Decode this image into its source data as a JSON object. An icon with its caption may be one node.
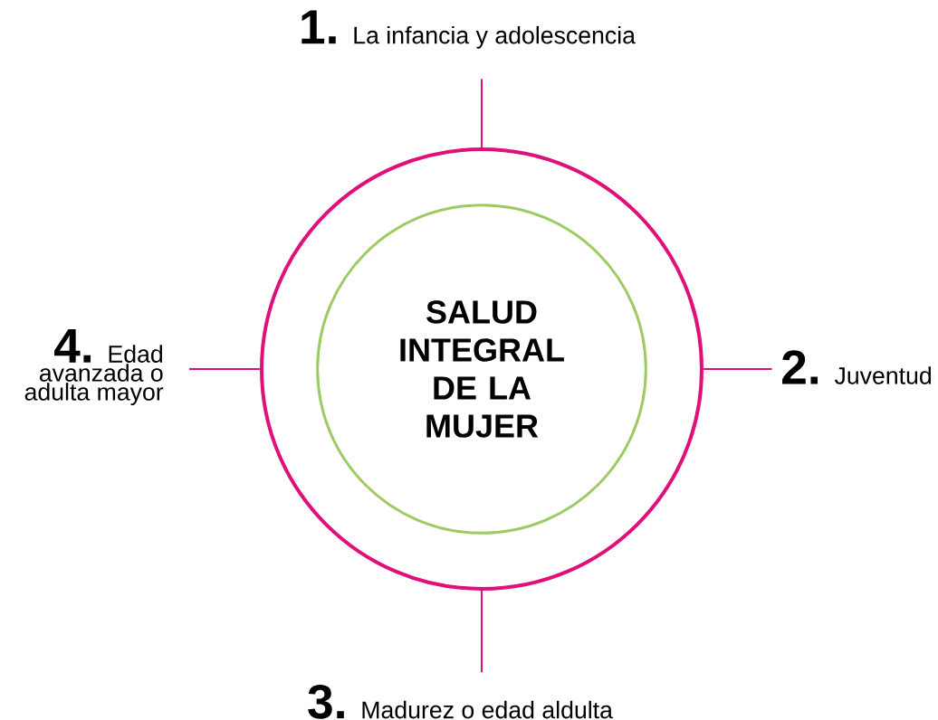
{
  "diagram": {
    "nodes": [
      {
        "text": [],
        "shape": "circle"
      },
      {
        "text": [
          "SALUD INTEGRAL DE LA MUJER"
        ],
        "in": 0
      },
      {
        "text": [
          "1.",
          "La infancia y adolescencia"
        ]
      },
      {
        "text": [
          "2.",
          "Juventud"
        ]
      },
      {
        "text": [
          "3.",
          "Madurez o edad aldulta"
        ]
      },
      {
        "text": [
          "4.",
          "Edad avanzada o adulta mayor"
        ]
      }
    ],
    "edges": [
      {
        "from": 0,
        "to": 2,
        "arrow": "none"
      },
      {
        "from": 0,
        "to": 3,
        "arrow": "none"
      },
      {
        "from": 0,
        "to": 4,
        "arrow": "none"
      },
      {
        "from": 0,
        "to": 5,
        "arrow": "none"
      }
    ]
  }
}
